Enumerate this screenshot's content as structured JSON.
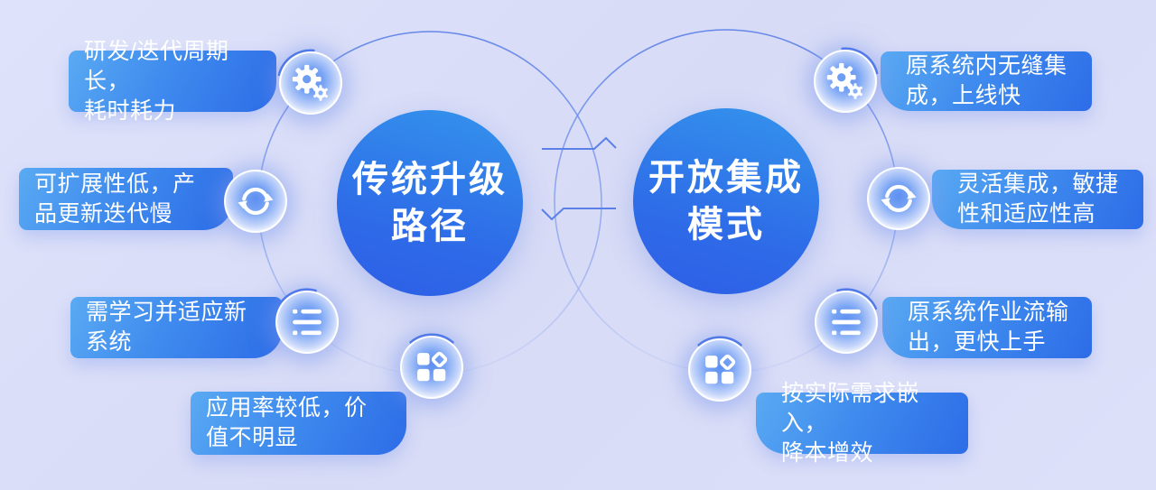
{
  "background": {
    "color": "#dadef7"
  },
  "colors": {
    "box_gradient_start": "#5aaaf3",
    "box_gradient_end": "#2d6ce7",
    "circle_gradient_start": "#3494ec",
    "circle_gradient_end": "#2e5ee6",
    "ring": "#6487ea",
    "arrow": "#5b80e8",
    "text": "#ffffff"
  },
  "left": {
    "title_line1": "传统升级",
    "title_line2": "路径",
    "items": [
      {
        "icon": "gear-icon",
        "line1": "研发/迭代周期长，",
        "line2": "耗时耗力"
      },
      {
        "icon": "sync-icon",
        "line1": "可扩展性低，产",
        "line2": "品更新迭代慢"
      },
      {
        "icon": "list-icon",
        "line1": "需学习并适应新",
        "line2": "系统"
      },
      {
        "icon": "grid-icon",
        "line1": "应用率较低，价",
        "line2": "值不明显"
      }
    ]
  },
  "right": {
    "title_line1": "开放集成",
    "title_line2": "模式",
    "items": [
      {
        "icon": "gear-icon",
        "line1": "原系统内无缝集",
        "line2": "成，上线快"
      },
      {
        "icon": "sync-icon",
        "line1": "灵活集成，敏捷",
        "line2": "性和适应性高"
      },
      {
        "icon": "list-icon",
        "line1": "原系统作业流输",
        "line2": "出，更快上手"
      },
      {
        "icon": "grid-icon",
        "line1": "按实际需求嵌入，",
        "line2": "降本增效"
      }
    ]
  }
}
